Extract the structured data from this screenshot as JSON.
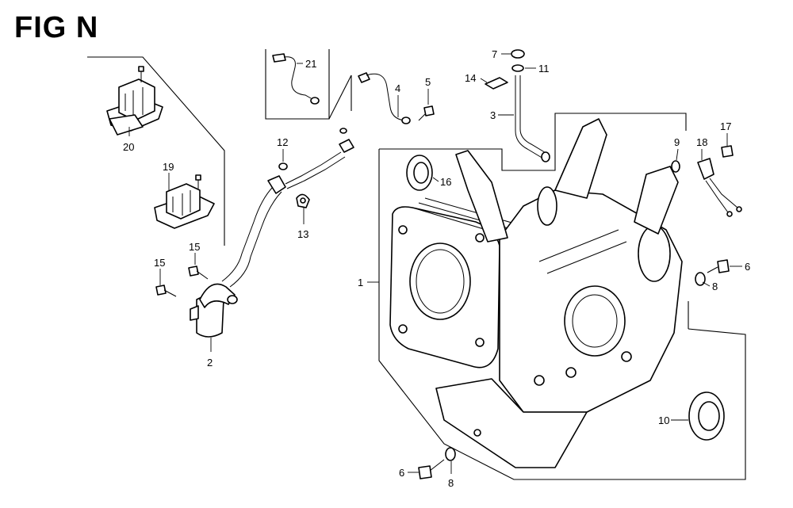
{
  "figure": {
    "title": "FIG N"
  },
  "parts": [
    {
      "key": "p1",
      "label": "1"
    },
    {
      "key": "p2",
      "label": "2"
    },
    {
      "key": "p3",
      "label": "3"
    },
    {
      "key": "p4",
      "label": "4"
    },
    {
      "key": "p5",
      "label": "5"
    },
    {
      "key": "p6a",
      "label": "6"
    },
    {
      "key": "p6b",
      "label": "6"
    },
    {
      "key": "p7",
      "label": "7"
    },
    {
      "key": "p8a",
      "label": "8"
    },
    {
      "key": "p8b",
      "label": "8"
    },
    {
      "key": "p9",
      "label": "9"
    },
    {
      "key": "p10",
      "label": "10"
    },
    {
      "key": "p11",
      "label": "11"
    },
    {
      "key": "p12",
      "label": "12"
    },
    {
      "key": "p13",
      "label": "13"
    },
    {
      "key": "p14",
      "label": "14"
    },
    {
      "key": "p15a",
      "label": "15"
    },
    {
      "key": "p15b",
      "label": "15"
    },
    {
      "key": "p16",
      "label": "16"
    },
    {
      "key": "p17",
      "label": "17"
    },
    {
      "key": "p18",
      "label": "18"
    },
    {
      "key": "p19",
      "label": "19"
    },
    {
      "key": "p20",
      "label": "20"
    },
    {
      "key": "p21",
      "label": "21"
    }
  ]
}
